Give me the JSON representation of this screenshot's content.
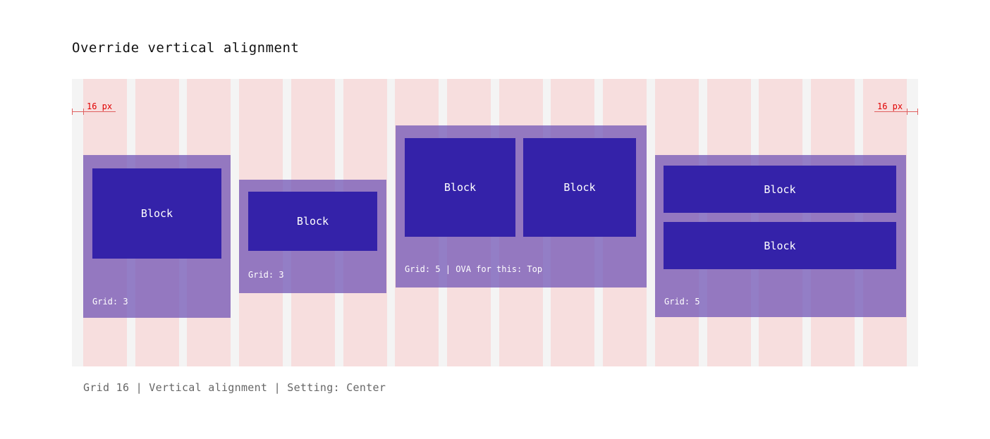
{
  "title": "Override vertical alignment",
  "measure_left": "16 px",
  "measure_right": "16 px",
  "containers": [
    {
      "blocks": [
        "Block"
      ],
      "label": "Grid: 3"
    },
    {
      "blocks": [
        "Block"
      ],
      "label": "Grid: 3"
    },
    {
      "blocks": [
        "Block",
        "Block"
      ],
      "label": "Grid: 5 | OVA for this: Top"
    },
    {
      "blocks": [
        "Block",
        "Block"
      ],
      "label": "Grid: 5"
    }
  ],
  "caption": "Grid 16 | Vertical alignment | Setting: Center",
  "colors": {
    "column": "#f7dede",
    "canvas": "#f4f4f4",
    "container": "#8f7cc4",
    "block": "#3422a9",
    "measure": "#e00000"
  }
}
